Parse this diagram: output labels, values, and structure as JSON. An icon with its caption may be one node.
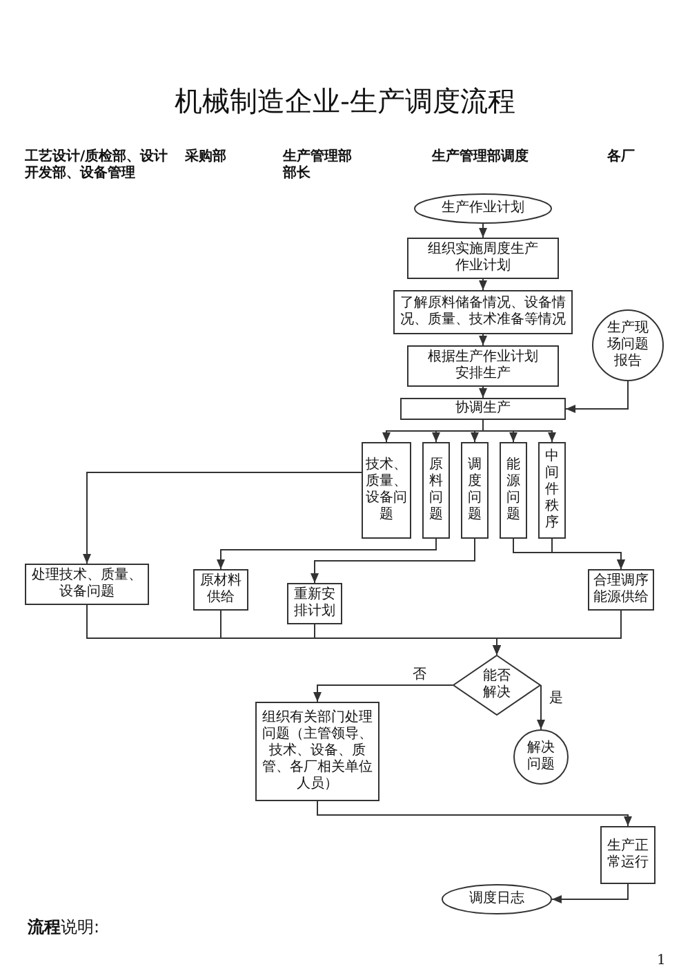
{
  "diagram": {
    "title": "机械制造企业-生产调度流程",
    "nodes": [
      {
        "text": [
          "生产作业计划"
        ]
      },
      {
        "text": [
          "组织实施周度生产作业计划"
        ]
      },
      {
        "text": [
          "了解原料储备情况、设备情况、质量、技术准备等情况"
        ]
      },
      {
        "text": [
          "根据生产作业计划安排生产"
        ]
      },
      {
        "text": [
          "生产现场问题报告"
        ]
      },
      {
        "text": [
          "协调生产"
        ]
      },
      {
        "text": [
          "技术、质量、设备问题"
        ]
      },
      {
        "text": [
          "原料问题"
        ]
      },
      {
        "text": [
          "调度问题"
        ]
      },
      {
        "text": [
          "能源问题"
        ]
      },
      {
        "text": [
          "中间件秩序"
        ]
      },
      {
        "text": [
          "处理技术、质量、设备问题"
        ]
      },
      {
        "text": [
          "原材料供给"
        ]
      },
      {
        "text": [
          "重新安排计划"
        ]
      },
      {
        "text": [
          "合理调序能源供给"
        ]
      },
      {
        "text": [
          "能否解决"
        ]
      },
      {
        "text": [
          "组织有关部门处理问题（主管领导、技术、设备、质管、各厂相关单位人员）"
        ]
      },
      {
        "text": [
          "解决问题"
        ]
      },
      {
        "text": [
          "生产正常运行"
        ]
      },
      {
        "text": [
          "调度日志"
        ]
      }
    ],
    "edges": [
      {
        "from": 0,
        "to": 1,
        "arrow": "to"
      },
      {
        "from": 1,
        "to": 2,
        "arrow": "to"
      },
      {
        "from": 2,
        "to": 3,
        "arrow": "to"
      },
      {
        "from": 3,
        "to": 5,
        "arrow": "to"
      },
      {
        "from": 4,
        "to": 5,
        "arrow": "to"
      },
      {
        "from": 5,
        "to": 6,
        "arrow": "to"
      },
      {
        "from": 5,
        "to": 7,
        "arrow": "to"
      },
      {
        "from": 5,
        "to": 8,
        "arrow": "to"
      },
      {
        "from": 5,
        "to": 9,
        "arrow": "to"
      },
      {
        "from": 5,
        "to": 10,
        "arrow": "to"
      },
      {
        "from": 6,
        "to": 11,
        "arrow": "to"
      },
      {
        "from": 7,
        "to": 12,
        "arrow": "to"
      },
      {
        "from": 8,
        "to": 13,
        "arrow": "to"
      },
      {
        "from": 9,
        "to": 14,
        "arrow": "to"
      },
      {
        "from": 10,
        "to": 14,
        "arrow": "to"
      },
      {
        "from": 11,
        "to": 15,
        "arrow": "to"
      },
      {
        "from": 12,
        "to": 15,
        "arrow": "to"
      },
      {
        "from": 13,
        "to": 15,
        "arrow": "to"
      },
      {
        "from": 14,
        "to": 15,
        "arrow": "to"
      },
      {
        "from": 15,
        "to": 16,
        "arrow": "to",
        "label": "否"
      },
      {
        "from": 15,
        "to": 17,
        "arrow": "to",
        "label": "是"
      },
      {
        "from": 16,
        "to": 18,
        "arrow": "to"
      },
      {
        "from": 18,
        "to": 19,
        "arrow": "to"
      }
    ],
    "labels": [
      "工艺设计/质检部、设计开发部、设备管理",
      "采购部",
      "生产管理部部长",
      "生产管理部调度",
      "各厂",
      "**流程**说明:",
      "1"
    ]
  }
}
